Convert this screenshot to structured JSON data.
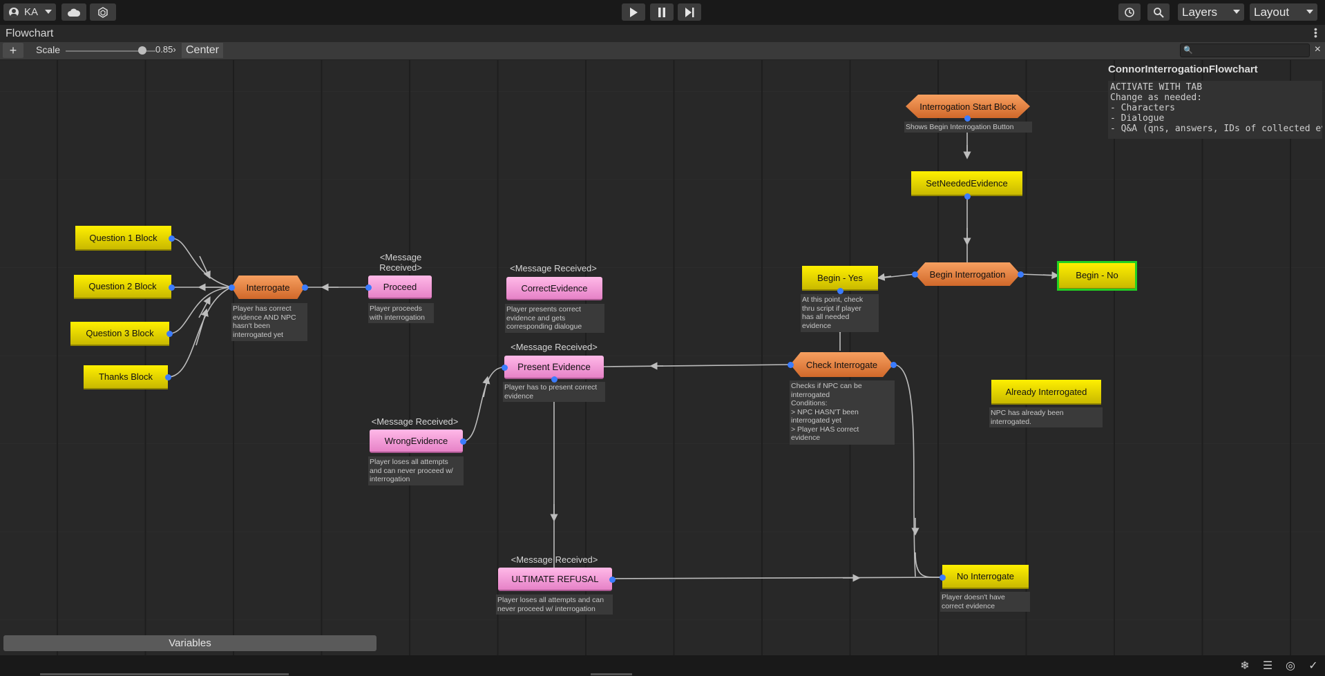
{
  "toolbar_top": {
    "account_label": "KA",
    "layers_label": "Layers",
    "layout_label": "Layout"
  },
  "window": {
    "title": "Flowchart"
  },
  "flowchart_toolbar": {
    "add_label": "+",
    "scale_label": "Scale",
    "scale_value": "0.85",
    "scale_fraction": 0.85,
    "center_label": "Center"
  },
  "info": {
    "title": "ConnorInterrogationFlowchart",
    "lines": "ACTIVATE WITH TAB\nChange as needed:\n- Characters\n- Dialogue\n- Q&A (qns, answers, IDs of collected evidence)"
  },
  "nodes": {
    "q1": {
      "label": "Question 1 Block"
    },
    "q2": {
      "label": "Question 2 Block"
    },
    "q3": {
      "label": "Question 3 Block"
    },
    "thanks": {
      "label": "Thanks Block"
    },
    "interrogate": {
      "label": "Interrogate",
      "desc": "Player has correct\nevidence AND NPC\nhasn't been\ninterrogated yet"
    },
    "proceed": {
      "label": "Proceed",
      "event": "<Message\nReceived>",
      "desc": "Player proceeds\nwith interrogation"
    },
    "correct_evidence": {
      "label": "CorrectEvidence",
      "event": "<Message Received>",
      "desc": "Player presents correct\nevidence and gets\ncorresponding dialogue"
    },
    "present_evidence": {
      "label": "Present Evidence",
      "event": "<Message Received>",
      "desc": "Player has to present correct\nevidence"
    },
    "wrong_evidence": {
      "label": "WrongEvidence",
      "event": "<Message Received>",
      "desc": "Player loses all attempts\nand can never proceed w/\ninterrogation"
    },
    "ultimate_refusal": {
      "label": "ULTIMATE REFUSAL",
      "event": "<Message Received>",
      "desc": "Player loses all attempts and can\nnever proceed w/ interrogation"
    },
    "start": {
      "label": "Interrogation Start Block",
      "desc": "Shows Begin Interrogation Button"
    },
    "set_needed": {
      "label": "SetNeededEvidence"
    },
    "begin_interrogation": {
      "label": "Begin Interrogation"
    },
    "begin_yes": {
      "label": "Begin - Yes",
      "desc": "At this point, check\nthru script if player\nhas all needed\nevidence"
    },
    "begin_no": {
      "label": "Begin - No"
    },
    "check_interrogate": {
      "label": "Check Interrogate",
      "desc": "Checks if NPC can be\ninterrogated\nConditions:\n> NPC HASN'T been\ninterrogated yet\n> Player HAS correct\nevidence"
    },
    "already_interrogated": {
      "label": "Already Interrogated",
      "desc": "NPC has already been\ninterrogated."
    },
    "no_interrogate": {
      "label": "No Interrogate",
      "desc": "Player doesn't have\ncorrect evidence"
    }
  },
  "variables_label": "Variables",
  "colors": {
    "yellow_block": "#f0e000",
    "pink_block": "#f7a6dc",
    "orange_block": "#e88a46",
    "selected_outline": "#22d022",
    "connector": "#3b7cff"
  },
  "icons": {
    "account": "account-icon",
    "cloud": "cloud-icon",
    "collab": "collab-icon",
    "play": "play-icon",
    "pause": "pause-icon",
    "step": "step-icon",
    "history": "history-icon",
    "search": "search-icon"
  }
}
